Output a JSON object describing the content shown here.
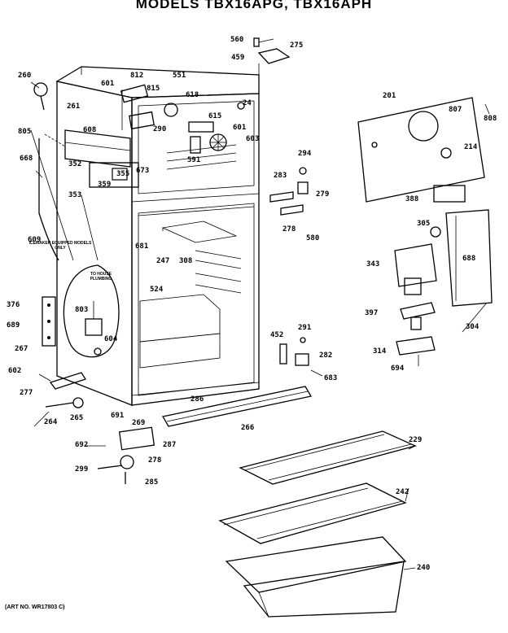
{
  "header": {
    "title": "MODELS TBX16APG, TBX16APH"
  },
  "notes": {
    "icemaker": "ICEMAKER EQUIPPED MODELS ONLY",
    "plumbing": "TO HOUSE PLUMBING"
  },
  "footer": {
    "art_no": "(ART NO. WR17803 C)"
  },
  "parts": [
    {
      "id": "p560",
      "label": "560"
    },
    {
      "id": "p275",
      "label": "275"
    },
    {
      "id": "p459",
      "label": "459"
    },
    {
      "id": "p260",
      "label": "260"
    },
    {
      "id": "p812",
      "label": "812"
    },
    {
      "id": "p551",
      "label": "551"
    },
    {
      "id": "p601a",
      "label": "601"
    },
    {
      "id": "p815a",
      "label": "815"
    },
    {
      "id": "p618",
      "label": "618"
    },
    {
      "id": "p261",
      "label": "261"
    },
    {
      "id": "p615",
      "label": "615"
    },
    {
      "id": "p24",
      "label": "24"
    },
    {
      "id": "p290",
      "label": "290"
    },
    {
      "id": "p601b",
      "label": "601"
    },
    {
      "id": "p603",
      "label": "603"
    },
    {
      "id": "p805",
      "label": "805"
    },
    {
      "id": "p608",
      "label": "608"
    },
    {
      "id": "p591",
      "label": "591"
    },
    {
      "id": "p201",
      "label": "201"
    },
    {
      "id": "p807",
      "label": "807"
    },
    {
      "id": "p808",
      "label": "808"
    },
    {
      "id": "p214",
      "label": "214"
    },
    {
      "id": "p294",
      "label": "294"
    },
    {
      "id": "p283",
      "label": "283"
    },
    {
      "id": "p279",
      "label": "279"
    },
    {
      "id": "p278",
      "label": "278"
    },
    {
      "id": "p580",
      "label": "580"
    },
    {
      "id": "p668",
      "label": "668"
    },
    {
      "id": "p352",
      "label": "352"
    },
    {
      "id": "p355",
      "label": "355"
    },
    {
      "id": "p673",
      "label": "673"
    },
    {
      "id": "p353",
      "label": "353"
    },
    {
      "id": "p359",
      "label": "359"
    },
    {
      "id": "p388",
      "label": "388"
    },
    {
      "id": "p609",
      "label": "609"
    },
    {
      "id": "p681",
      "label": "681"
    },
    {
      "id": "p247",
      "label": "247"
    },
    {
      "id": "p308",
      "label": "308"
    },
    {
      "id": "p524",
      "label": "524"
    },
    {
      "id": "p305",
      "label": "305"
    },
    {
      "id": "p343",
      "label": "343"
    },
    {
      "id": "p688",
      "label": "688"
    },
    {
      "id": "p376",
      "label": "376"
    },
    {
      "id": "p689",
      "label": "689"
    },
    {
      "id": "p267",
      "label": "267"
    },
    {
      "id": "p803",
      "label": "803"
    },
    {
      "id": "p604",
      "label": "604"
    },
    {
      "id": "p397",
      "label": "397"
    },
    {
      "id": "p304",
      "label": "304"
    },
    {
      "id": "p452",
      "label": "452"
    },
    {
      "id": "p291",
      "label": "291"
    },
    {
      "id": "p282",
      "label": "282"
    },
    {
      "id": "p314",
      "label": "314"
    },
    {
      "id": "p694",
      "label": "694"
    },
    {
      "id": "p683",
      "label": "683"
    },
    {
      "id": "p602",
      "label": "602"
    },
    {
      "id": "p277",
      "label": "277"
    },
    {
      "id": "p286",
      "label": "286"
    },
    {
      "id": "p264",
      "label": "264"
    },
    {
      "id": "p265",
      "label": "265"
    },
    {
      "id": "p691",
      "label": "691"
    },
    {
      "id": "p269",
      "label": "269"
    },
    {
      "id": "p266",
      "label": "266"
    },
    {
      "id": "p692",
      "label": "692"
    },
    {
      "id": "p287",
      "label": "287"
    },
    {
      "id": "p299",
      "label": "299"
    },
    {
      "id": "p278b",
      "label": "278"
    },
    {
      "id": "p285",
      "label": "285"
    },
    {
      "id": "p229",
      "label": "229"
    },
    {
      "id": "p242",
      "label": "242"
    },
    {
      "id": "p240",
      "label": "240"
    }
  ]
}
